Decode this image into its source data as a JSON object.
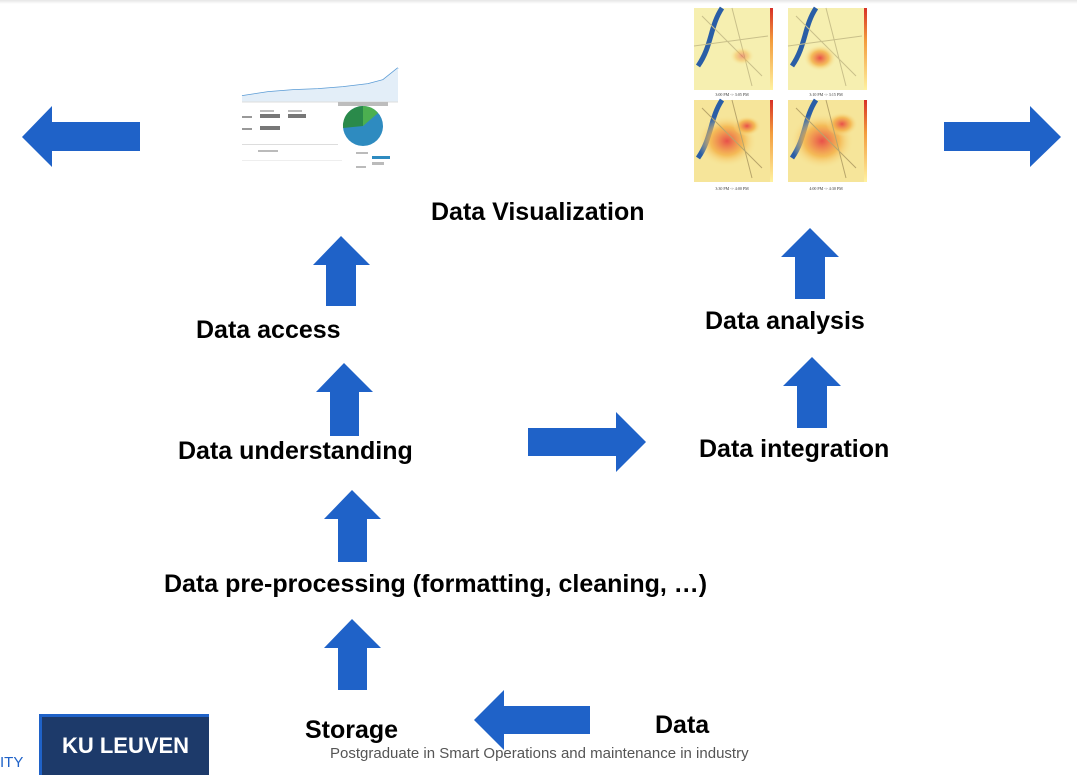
{
  "labels": {
    "visualization": "Data Visualization",
    "access": "Data access",
    "understanding": "Data understanding",
    "preprocessing": "Data pre-processing (formatting, cleaning, …)",
    "storage": "Storage",
    "data": "Data",
    "integration": "Data integration",
    "analysis": "Data analysis"
  },
  "footer": {
    "course": "Postgraduate in Smart Operations and maintenance in industry",
    "university_fragment": "ITY",
    "logo": "KU LEUVEN"
  },
  "heatmaps": {
    "captions": [
      "3:00 PM -> 3:05 PM",
      "3:10 PM -> 3:15 PM",
      "3:30 PM -> 4:00 PM",
      "4:00 PM -> 4:30 PM"
    ]
  },
  "colors": {
    "arrow": "#1f62c8",
    "logo_bg": "#1d3a6a"
  }
}
